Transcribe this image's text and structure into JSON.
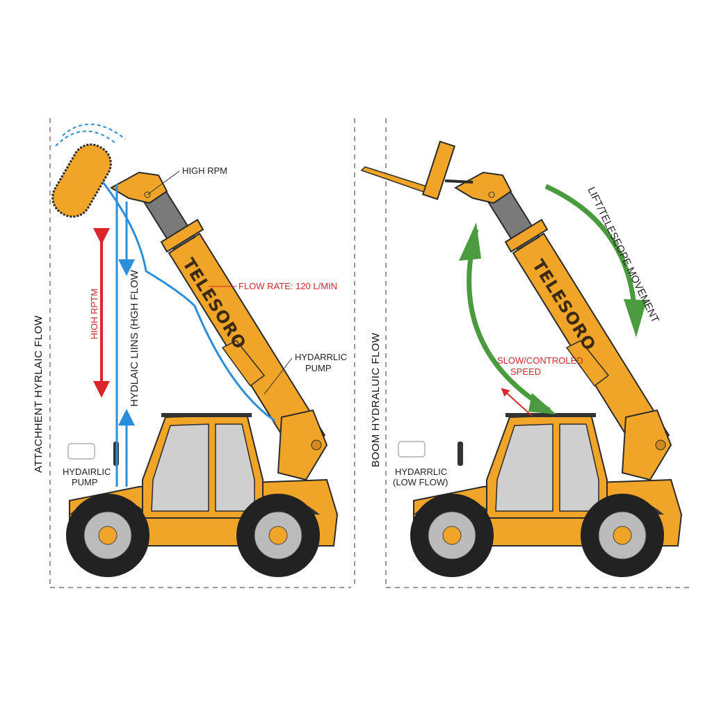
{
  "colors": {
    "machine": "#f0a428",
    "outline": "#2b2b2b",
    "hydraulic": "#2a8fd8",
    "range": "#d9262b",
    "movement": "#4a9a3e",
    "glass": "#cfcfcf"
  },
  "left_panel": {
    "side_title": "ATTACHHENT HYRLAIC FLOW",
    "brand": "TELESORO",
    "high_rpm": "HIGH RPM",
    "flow_rate": "FLOW RATE: 120 L/MIN",
    "range_label": "HIOH RPTM",
    "lines_label": "HYDLAIC LIINS (HGH FLOW",
    "boom_pump": [
      "HYDARRLIC",
      "PUMP"
    ],
    "pump": [
      "HYDAIRLIC",
      "PUMP"
    ]
  },
  "right_panel": {
    "side_title": "BOOM HYDRALUIC FLOW",
    "brand": "TELESORO",
    "movement": "LIFT/TELESEOPE MOVEMENT",
    "speed": [
      "SLOW/CONTROLED",
      "SPEED"
    ],
    "pump": [
      "HYDARRLIC",
      "(LOW FLOW)"
    ]
  }
}
